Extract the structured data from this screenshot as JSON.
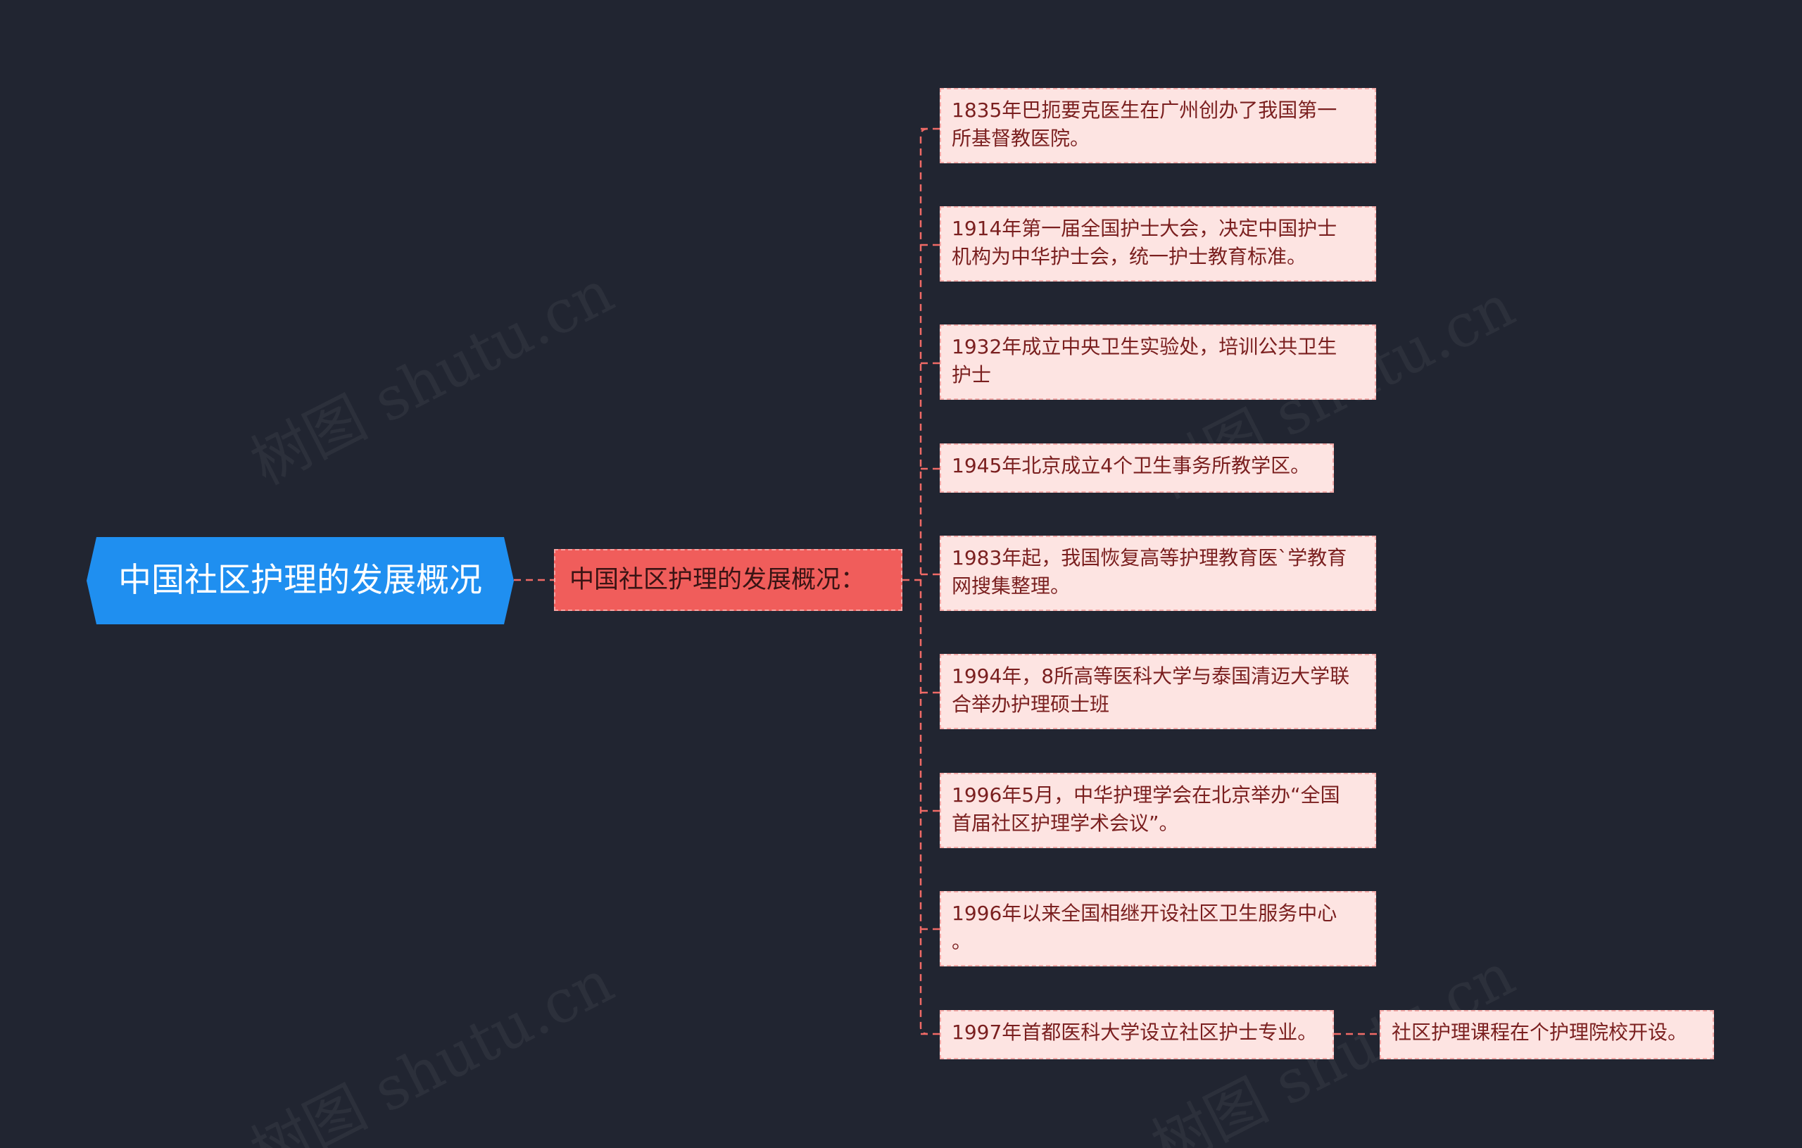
{
  "root": {
    "title": "中国社区护理的发展概况"
  },
  "branch": {
    "title": "中国社区护理的发展概况："
  },
  "leaves": [
    {
      "text": "1835年巴扼要克医生在广州创办了我国第一\n所基督教医院。"
    },
    {
      "text": "1914年第一届全国护士大会，决定中国护士\n机构为中华护士会，统一护士教育标准。"
    },
    {
      "text": "1932年成立中央卫生实验处，培训公共卫生\n护士"
    },
    {
      "text": "1945年北京成立4个卫生事务所教学区。"
    },
    {
      "text": "1983年起，我国恢复高等护理教育医`学教育\n网搜集整理。"
    },
    {
      "text": "1994年，8所高等医科大学与泰国清迈大学联\n合举办护理硕士班"
    },
    {
      "text": "1996年5月，中华护理学会在北京举办“全国\n首届社区护理学术会议”。"
    },
    {
      "text": "1996年以来全国相继开设社区卫生服务中心\n。"
    },
    {
      "text": "1997年首都医科大学设立社区护士专业。"
    }
  ],
  "sub_leaf": {
    "text": "社区护理课程在个护理院校开设。"
  },
  "watermark": {
    "text": "树图 shutu.cn"
  },
  "colors": {
    "background": "#212531",
    "root_fill": "#1f8ff0",
    "branch_fill": "#f05d5b",
    "leaf_fill": "#fde4e2",
    "connector": "#f06a66"
  }
}
